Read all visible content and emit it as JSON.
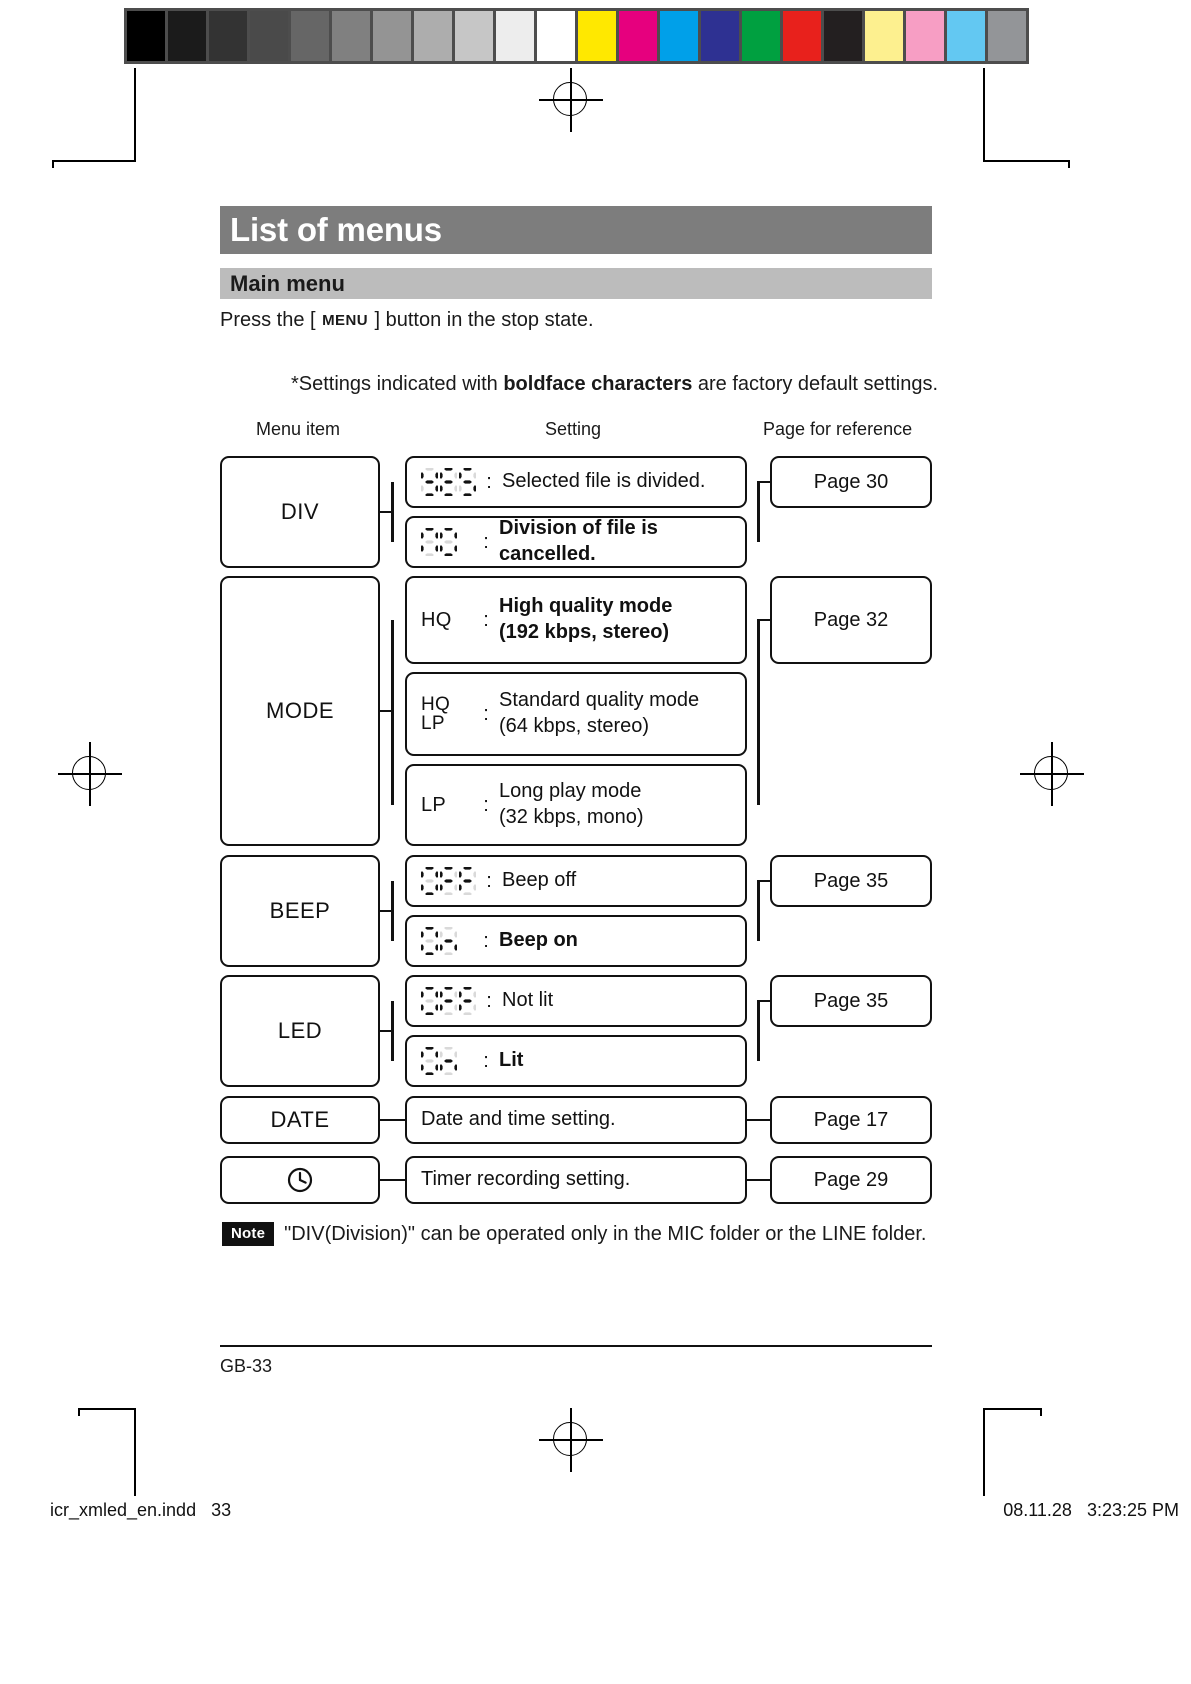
{
  "calibration": {
    "gray_patches": [
      "#000000",
      "#1b1b1b",
      "#333333",
      "#4a4a4a",
      "#666666",
      "#808080",
      "#949494",
      "#adadad",
      "#c6c6c6",
      "#ededed",
      "#ffffff"
    ],
    "color_patches": [
      "#ffe800",
      "#e6007e",
      "#00a0e9",
      "#2e3192",
      "#00a040",
      "#e8211c",
      "#231f20",
      "#fdf08f",
      "#f79ec4",
      "#63c8f2",
      "#939598"
    ],
    "frame_color": "#4d4d4d"
  },
  "header": {
    "title": "List of menus",
    "subtitle": "Main menu",
    "title_bg": "#7d7d7d",
    "subtitle_bg": "#bcbcbc"
  },
  "intro": {
    "press_prefix": "Press the [ ",
    "press_key": "MENU",
    "press_suffix": " ] button in the stop state.",
    "boldface_note_prefix": "*Settings indicated with ",
    "boldface_note_bold": "boldface characters",
    "boldface_note_suffix": " are factory default settings."
  },
  "columns": {
    "menu_item": "Menu item",
    "setting": "Setting",
    "page_reference": "Page for reference"
  },
  "rows": [
    {
      "menu": "DIV",
      "menu_type": "text",
      "page": "Page 30",
      "settings": [
        {
          "label": "YES",
          "label_style": "lcd",
          "colon": ":",
          "text": "Selected file is divided.",
          "bold": false
        },
        {
          "label": "NO",
          "label_style": "lcd",
          "colon": ":",
          "text": "Division of file is cancelled.",
          "bold": true
        }
      ]
    },
    {
      "menu": "MODE",
      "menu_type": "text",
      "page": "Page 32",
      "settings": [
        {
          "label": "HQ",
          "label_style": "plain",
          "colon": ":",
          "text": "High quality mode",
          "text2": "(192 kbps, stereo)",
          "bold": true
        },
        {
          "label": "HQ",
          "label2": "LP",
          "label_style": "plain-stack",
          "colon": ":",
          "text": "Standard quality mode",
          "text2": "(64 kbps, stereo)",
          "bold": false
        },
        {
          "label": "LP",
          "label_style": "plain",
          "colon": ":",
          "text": "Long play mode",
          "text2": "(32 kbps, mono)",
          "bold": false
        }
      ]
    },
    {
      "menu": "BEEP",
      "menu_type": "text",
      "page": "Page 35",
      "settings": [
        {
          "label": "OFF",
          "label_style": "lcd",
          "colon": ":",
          "text": "Beep off",
          "bold": false
        },
        {
          "label": "On",
          "label_style": "lcd",
          "colon": ":",
          "text": "Beep on",
          "bold": true
        }
      ]
    },
    {
      "menu": "LED",
      "menu_type": "text",
      "page": "Page 35",
      "settings": [
        {
          "label": "OFF",
          "label_style": "lcd",
          "colon": ":",
          "text": "Not lit",
          "bold": false
        },
        {
          "label": "On",
          "label_style": "lcd",
          "colon": ":",
          "text": "Lit",
          "bold": true
        }
      ]
    },
    {
      "menu": "DATE",
      "menu_type": "text",
      "page": "Page 17",
      "settings": [
        {
          "label": "",
          "label_style": "none",
          "colon": "",
          "text": "Date and time setting.",
          "bold": false
        }
      ]
    },
    {
      "menu": "clock-icon",
      "menu_type": "icon",
      "page": "Page 29",
      "settings": [
        {
          "label": "",
          "label_style": "none",
          "colon": "",
          "text": "Timer recording setting.",
          "bold": false
        }
      ]
    }
  ],
  "note": {
    "badge": "Note",
    "text": "\"DIV(Division)\" can be operated only in the MIC folder or the LINE folder."
  },
  "footer": {
    "folio": "GB-33",
    "file_name": "icr_xmled_en.indd",
    "page_number": "33",
    "date": "08.11.28",
    "time": "3:23:25 PM"
  }
}
